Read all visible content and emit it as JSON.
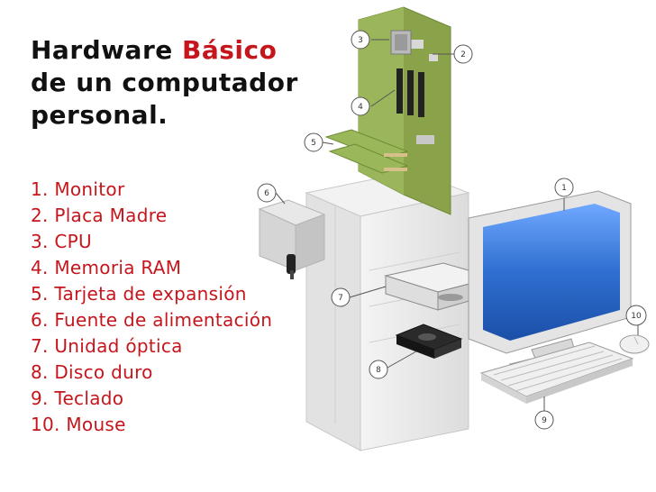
{
  "title": {
    "line1_prefix": "Hardware",
    "line1_accent": "Básico",
    "line2": "de un computador",
    "line3": "personal."
  },
  "parts": [
    "1. Monitor",
    "2. Placa Madre",
    "3. CPU",
    "4. Memoria RAM",
    "5. Tarjeta de expansión",
    "6. Fuente de alimentación",
    "7. Unidad óptica",
    "8. Disco duro",
    "9. Teclado",
    "10. Mouse"
  ],
  "callouts": [
    "1",
    "2",
    "3",
    "4",
    "5",
    "6",
    "7",
    "8",
    "9",
    "10"
  ],
  "colors": {
    "title_text": "#111111",
    "accent": "#c4161c",
    "motherboard": "#8aa34a",
    "case": "#ececec",
    "screen": "#2f6fd0"
  },
  "icons": {
    "monitor": "monitor-icon",
    "motherboard": "motherboard-icon",
    "cpu": "cpu-chip-icon",
    "ram": "ram-module-icon",
    "expansion": "expansion-card-icon",
    "psu": "power-supply-icon",
    "optical": "optical-drive-icon",
    "hdd": "hard-disk-icon",
    "keyboard": "keyboard-icon",
    "mouse": "mouse-icon"
  }
}
